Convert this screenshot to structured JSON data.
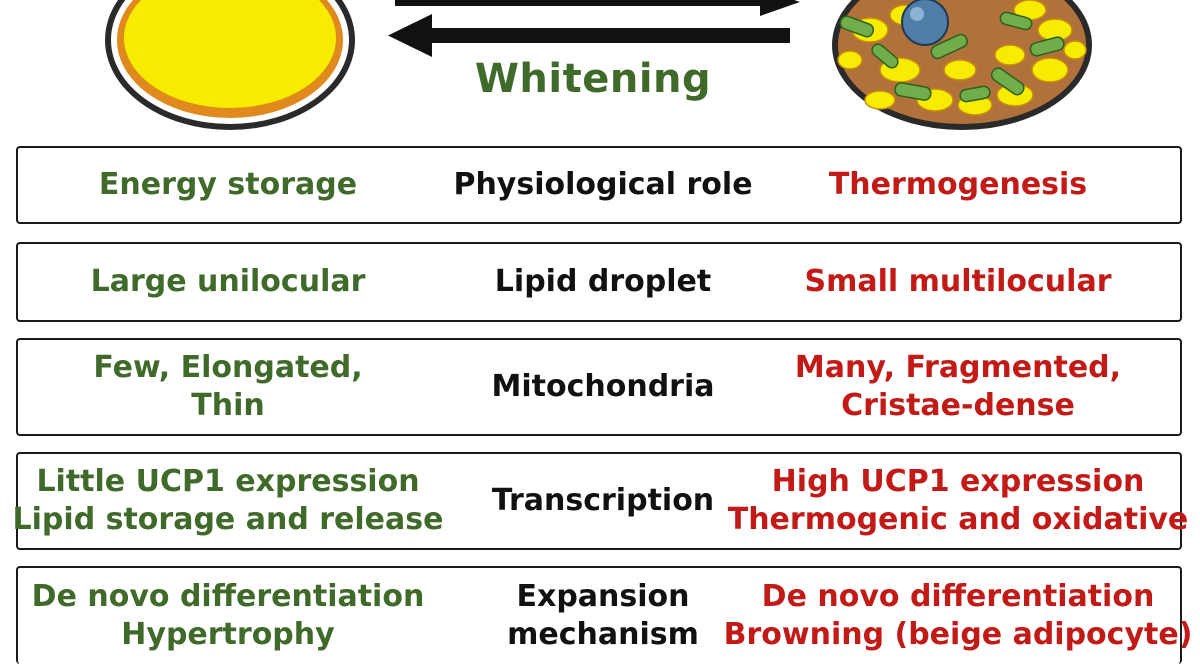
{
  "arrow_label": "Whitening",
  "colors": {
    "white_text": "#3f6a2a",
    "brown_text": "#c21b17",
    "label_text": "#111111",
    "lipid_yellow": "#f7ec00",
    "cell_orange": "#e08a1e",
    "cytoplasm": "#b0713a",
    "mito_green": "#6fae4a",
    "nucleus": "#4f7ea8"
  },
  "rows": [
    {
      "label": [
        "Physiological role"
      ],
      "white": [
        "Energy storage"
      ],
      "brown": [
        "Thermogenesis"
      ]
    },
    {
      "label": [
        "Lipid droplet"
      ],
      "white": [
        "Large unilocular"
      ],
      "brown": [
        "Small multilocular"
      ]
    },
    {
      "label": [
        "Mitochondria"
      ],
      "white": [
        "Few, Elongated,",
        "Thin"
      ],
      "brown": [
        "Many, Fragmented,",
        "Cristae-dense"
      ]
    },
    {
      "label": [
        "Transcription"
      ],
      "white": [
        "Little UCP1 expression",
        "Lipid storage and release"
      ],
      "brown": [
        "High UCP1 expression",
        "Thermogenic and oxidative"
      ]
    },
    {
      "label": [
        "Expansion",
        "mechanism"
      ],
      "white": [
        "De novo differentiation",
        "Hypertrophy"
      ],
      "brown": [
        "De novo differentiation",
        "Browning (beige adipocyte)"
      ]
    }
  ]
}
